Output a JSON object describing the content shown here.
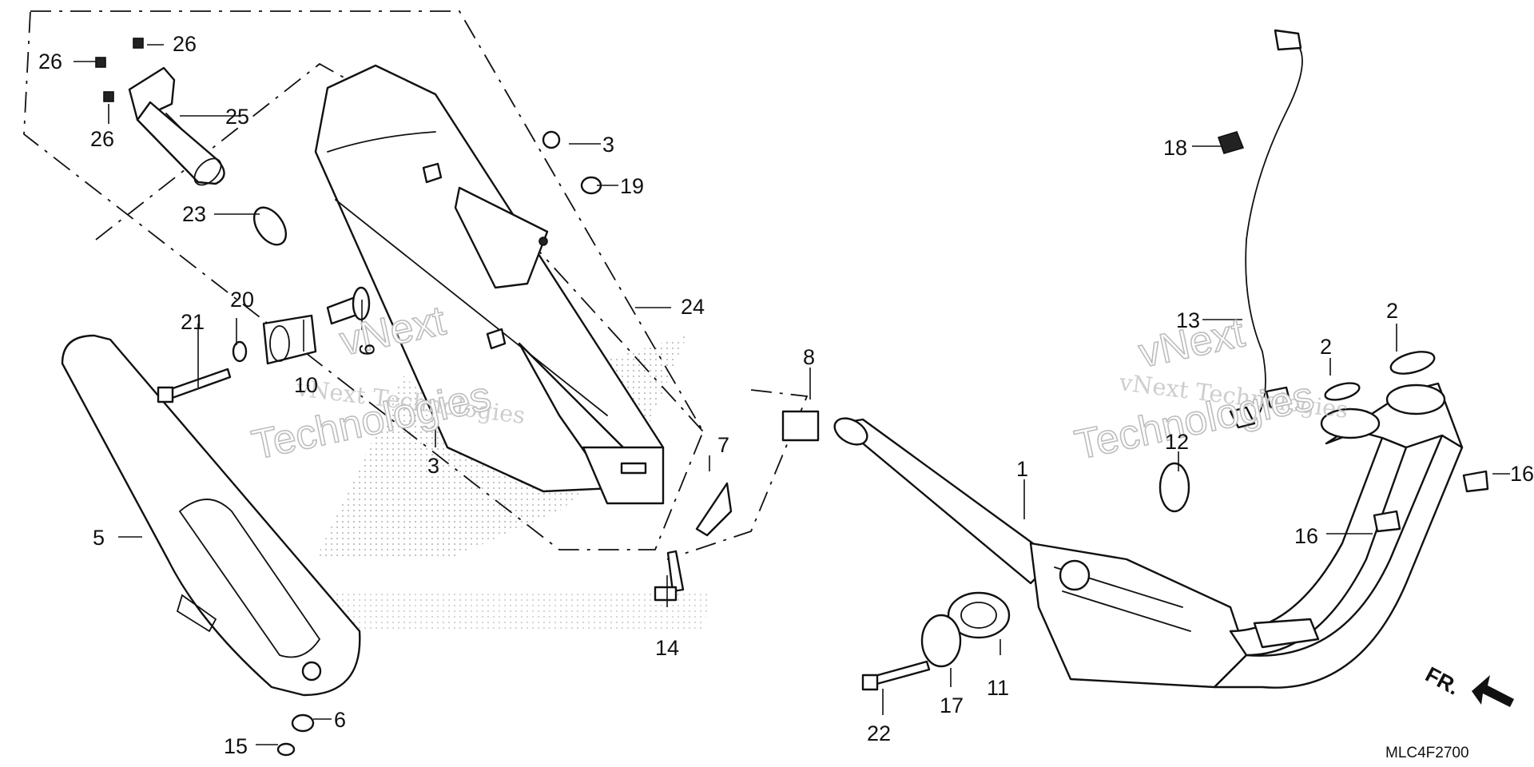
{
  "diagram": {
    "ref_code": "MLC4F2700",
    "direction_label": "FR.",
    "colors": {
      "ink": "#111111",
      "watermark": "#c0c0c0"
    },
    "watermarks": [
      {
        "line1": "vNext",
        "line2": "vNext Technologies",
        "line3": "Technologies"
      },
      {
        "line1": "vNext",
        "line2": "vNext Technologies",
        "line3": "Technologies"
      }
    ],
    "callouts": {
      "c1": "1",
      "c2a": "2",
      "c2b": "2",
      "c3a": "3",
      "c3b": "3",
      "c5": "5",
      "c6": "6",
      "c7": "7",
      "c8": "8",
      "c9": "9",
      "c10": "10",
      "c11": "11",
      "c12": "12",
      "c13": "13",
      "c14": "14",
      "c15": "15",
      "c16a": "16",
      "c16b": "16",
      "c17": "17",
      "c18": "18",
      "c19": "19",
      "c20": "20",
      "c21": "21",
      "c22": "22",
      "c23": "23",
      "c24": "24",
      "c25": "25",
      "c26a": "26",
      "c26b": "26",
      "c26c": "26"
    }
  }
}
